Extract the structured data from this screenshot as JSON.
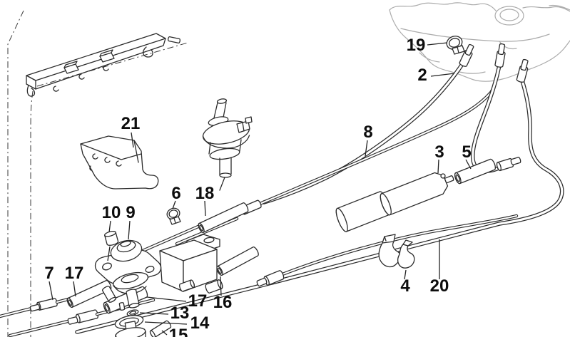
{
  "figure": {
    "background_color": "#ffffff",
    "line_color": "#2b2b2b",
    "tank_line_color": "#ababab",
    "callouts": [
      {
        "text": "21"
      },
      {
        "text": "19"
      },
      {
        "text": "2"
      },
      {
        "text": "8"
      },
      {
        "text": "3"
      },
      {
        "text": "5"
      },
      {
        "text": "6"
      },
      {
        "text": "18"
      },
      {
        "text": "10"
      },
      {
        "text": "9"
      },
      {
        "text": "7"
      },
      {
        "text": "17"
      },
      {
        "text": "17"
      },
      {
        "text": "16"
      },
      {
        "text": "13"
      },
      {
        "text": "14"
      },
      {
        "text": "15"
      },
      {
        "text": "4"
      },
      {
        "text": "20"
      }
    ]
  }
}
